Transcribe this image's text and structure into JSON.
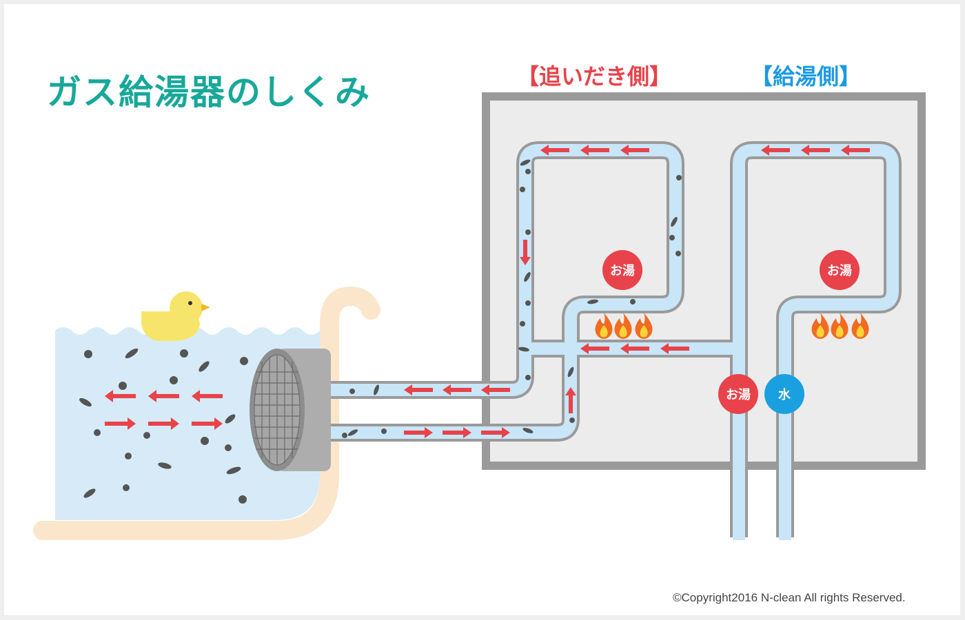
{
  "title": "ガス給湯器のしくみ",
  "sections": {
    "oidaki": "【追いだき側】",
    "kyuto": "【給湯側】"
  },
  "badges": {
    "hot_water": "お湯",
    "water": "水"
  },
  "copyright": "©Copyright2016 N-clean All rights Reserved.",
  "colors": {
    "title": "#18a89a",
    "oidaki_label": "#e8424a",
    "kyuto_label": "#1b9ae4",
    "pipe_fill": "#c8e6f7",
    "pipe_outline": "#9a9a9a",
    "arrow": "#e8424a",
    "hot_badge": "#e8424a",
    "water_badge": "#1aa0e0",
    "bath_water": "#d6ebf7",
    "tub_frame": "#fbe6cc",
    "duck": "#f7e56b",
    "box_fill": "#ececec",
    "box_border": "#9a9a9a"
  }
}
